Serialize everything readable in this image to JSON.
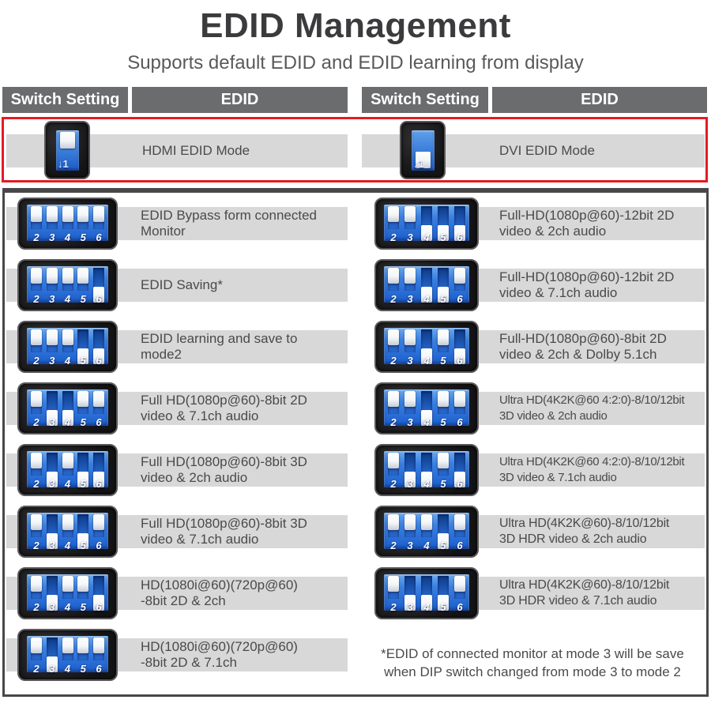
{
  "title": "EDID Management",
  "subtitle": "Supports default EDID and EDID learning from display",
  "colors": {
    "header_bg": "#6b6c6e",
    "row_stripe": "#d8d8d8",
    "highlight_red": "#e31b22",
    "switch_blue": "#2a6cd4",
    "bezel_black": "#141416",
    "text": "#4a4a4a"
  },
  "switch_numbers": [
    "2",
    "3",
    "4",
    "5",
    "6"
  ],
  "table": {
    "headers": [
      "Switch Setting",
      "EDID",
      "Switch Setting",
      "EDID"
    ],
    "mode_row": {
      "left": {
        "marker": "↓1",
        "switch_position": "up",
        "label": "HDMI EDID Mode"
      },
      "right": {
        "marker": "↓1",
        "switch_position": "down",
        "label": "DVI EDID Mode"
      }
    },
    "left_rows": [
      {
        "positions": [
          "up",
          "up",
          "up",
          "up",
          "up"
        ],
        "lines": [
          "EDID Bypass form connected",
          "Monitor"
        ]
      },
      {
        "positions": [
          "up",
          "up",
          "up",
          "up",
          "down"
        ],
        "lines": [
          "EDID Saving*"
        ]
      },
      {
        "positions": [
          "up",
          "up",
          "up",
          "down",
          "down"
        ],
        "lines": [
          "EDID learning and save to",
          "mode2"
        ]
      },
      {
        "positions": [
          "up",
          "down",
          "down",
          "up",
          "up"
        ],
        "lines": [
          "Full HD(1080p@60)-8bit 2D",
          "video & 7.1ch audio"
        ]
      },
      {
        "positions": [
          "up",
          "down",
          "up",
          "down",
          "down"
        ],
        "lines": [
          "Full HD(1080p@60)-8bit 3D",
          "video & 2ch audio"
        ]
      },
      {
        "positions": [
          "up",
          "down",
          "up",
          "down",
          "up"
        ],
        "lines": [
          "Full HD(1080p@60)-8bit 3D",
          "video & 7.1ch audio"
        ]
      },
      {
        "positions": [
          "up",
          "down",
          "up",
          "up",
          "down"
        ],
        "lines": [
          "HD(1080i@60)(720p@60)",
          "-8bit 2D & 2ch"
        ]
      },
      {
        "positions": [
          "up",
          "down",
          "up",
          "up",
          "up"
        ],
        "lines": [
          "HD(1080i@60)(720p@60)",
          "-8bit 2D & 7.1ch"
        ]
      }
    ],
    "right_rows": [
      {
        "positions": [
          "up",
          "up",
          "down",
          "down",
          "down"
        ],
        "lines": [
          "Full-HD(1080p@60)-12bit 2D",
          "video & 2ch audio"
        ]
      },
      {
        "positions": [
          "up",
          "up",
          "down",
          "down",
          "up"
        ],
        "lines": [
          "Full-HD(1080p@60)-12bit 2D",
          "video & 7.1ch audio"
        ]
      },
      {
        "positions": [
          "up",
          "up",
          "down",
          "up",
          "down"
        ],
        "lines": [
          "Full-HD(1080p@60)-8bit 2D",
          "video & 2ch & Dolby 5.1ch"
        ]
      },
      {
        "positions": [
          "up",
          "up",
          "down",
          "up",
          "up"
        ],
        "lines": [
          "Ultra HD(4K2K@60 4:2:0)-8/10/12bit",
          "3D video & 2ch audio"
        ]
      },
      {
        "positions": [
          "up",
          "down",
          "down",
          "up",
          "down"
        ],
        "lines": [
          "Ultra HD(4K2K@60 4:2:0)-8/10/12bit",
          "3D video & 7.1ch audio"
        ]
      },
      {
        "positions": [
          "up",
          "up",
          "up",
          "down",
          "up"
        ],
        "lines": [
          "Ultra HD(4K2K@60)-8/10/12bit",
          "3D HDR video & 2ch audio"
        ]
      },
      {
        "positions": [
          "up",
          "down",
          "down",
          "down",
          "up"
        ],
        "lines": [
          "Ultra HD(4K2K@60)-8/10/12bit",
          "3D HDR video & 7.1ch audio"
        ]
      }
    ],
    "footnote_lines": [
      "*EDID of connected monitor at mode 3 will be save",
      "when DIP switch changed from mode 3 to mode 2"
    ]
  }
}
